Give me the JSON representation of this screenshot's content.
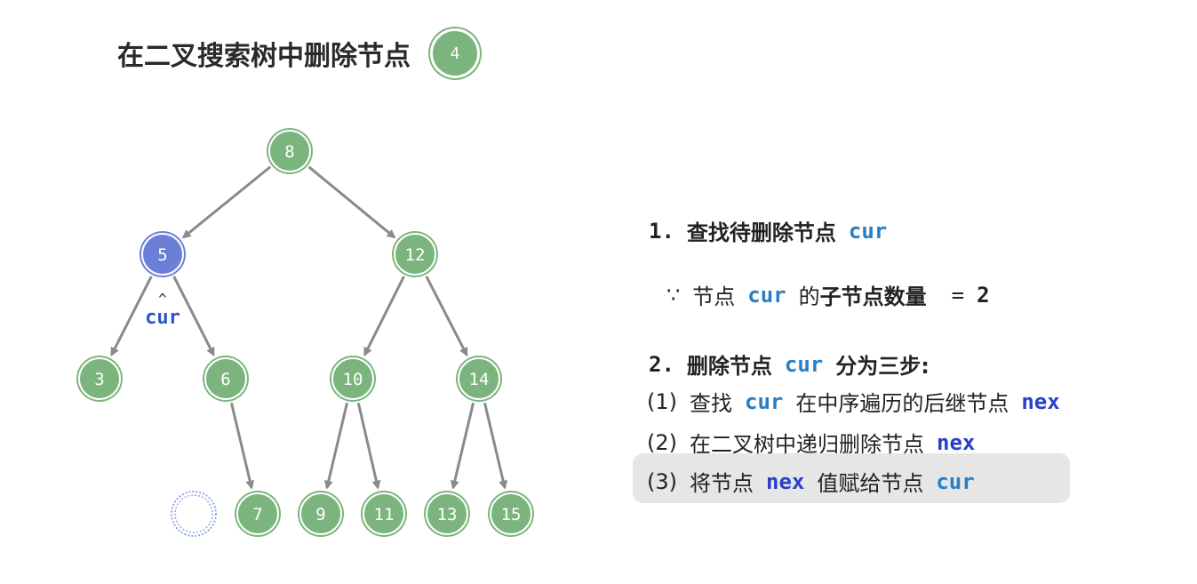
{
  "title": "在二叉搜索树中删除节点",
  "step": "4",
  "colors": {
    "node_fill": "#7bb57d",
    "node_highlight": "#6b7fd6",
    "edge": "#8a8a8a",
    "cur_label": "#2a55c8",
    "code_blue": "#2a7fc4",
    "code_navy": "#2a3fc8"
  },
  "tree": {
    "nodes": [
      {
        "id": "n8",
        "label": "8"
      },
      {
        "id": "n5",
        "label": "5",
        "highlight": true
      },
      {
        "id": "n12",
        "label": "12"
      },
      {
        "id": "n3",
        "label": "3"
      },
      {
        "id": "n6",
        "label": "6"
      },
      {
        "id": "n10",
        "label": "10"
      },
      {
        "id": "n14",
        "label": "14"
      },
      {
        "id": "n7",
        "label": "7"
      },
      {
        "id": "n9",
        "label": "9"
      },
      {
        "id": "n11",
        "label": "11"
      },
      {
        "id": "n13",
        "label": "13"
      },
      {
        "id": "n15",
        "label": "15"
      }
    ],
    "edges": [
      [
        "n8",
        "n5"
      ],
      [
        "n8",
        "n12"
      ],
      [
        "n5",
        "n3"
      ],
      [
        "n5",
        "n6"
      ],
      [
        "n12",
        "n10"
      ],
      [
        "n12",
        "n14"
      ],
      [
        "n6",
        "n7"
      ],
      [
        "n10",
        "n9"
      ],
      [
        "n10",
        "n11"
      ],
      [
        "n14",
        "n13"
      ],
      [
        "n14",
        "n15"
      ]
    ],
    "pointer_arrow": "^",
    "pointer_label": "cur"
  },
  "panel": {
    "line1": {
      "prefix": "1.",
      "text": "查找待删除节点",
      "code": "cur"
    },
    "line2": {
      "because": "∵",
      "text": "节点",
      "code": "cur",
      "text2": "的",
      "bold": "子节点数量",
      "eq": "=",
      "value": "2"
    },
    "line3": {
      "prefix": "2.",
      "text": "删除节点",
      "code": "cur",
      "text2": "分为三步:"
    },
    "line4": {
      "prefix": "(1)",
      "text": "查找",
      "code": "cur",
      "text2": "在中序遍历的后继节点",
      "code2": "nex"
    },
    "line5": {
      "prefix": "(2)",
      "text": "在二叉树中递归删除节点",
      "code": "nex"
    },
    "line6": {
      "prefix": "(3)",
      "text": "将节点",
      "code": "nex",
      "text2": "值赋给节点",
      "code2": "cur"
    }
  }
}
